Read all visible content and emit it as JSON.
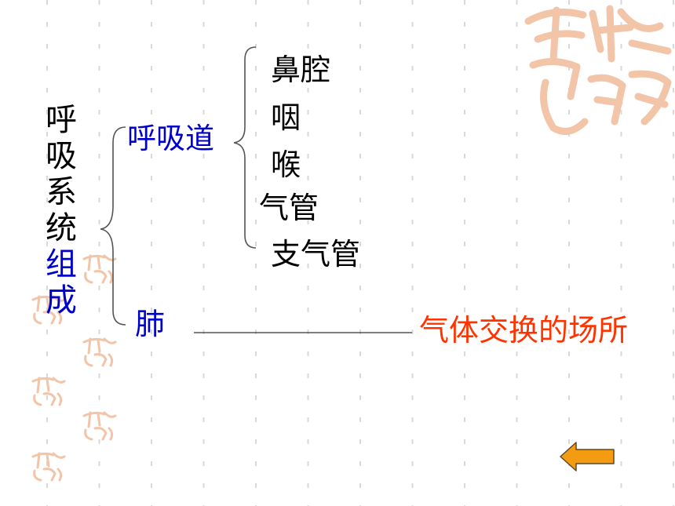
{
  "title_chars": [
    "呼",
    "吸",
    "系",
    "统",
    "组",
    "成"
  ],
  "branches": {
    "airway": "呼吸道",
    "lung": "肺"
  },
  "airway_parts": [
    "鼻腔",
    "咽",
    "喉",
    "气管",
    "支气管"
  ],
  "lung_function": "气体交换的场所",
  "colors": {
    "black": "#000000",
    "blue": "#0000cc",
    "red_orange": "#ff3300",
    "seal": "#f2c4a8",
    "arrow": "#f39c12",
    "grid": "#d9d9d9"
  },
  "decorations": {
    "seal_icon": "auspicious-seal-icon",
    "nav_icon": "left-arrow-icon"
  }
}
